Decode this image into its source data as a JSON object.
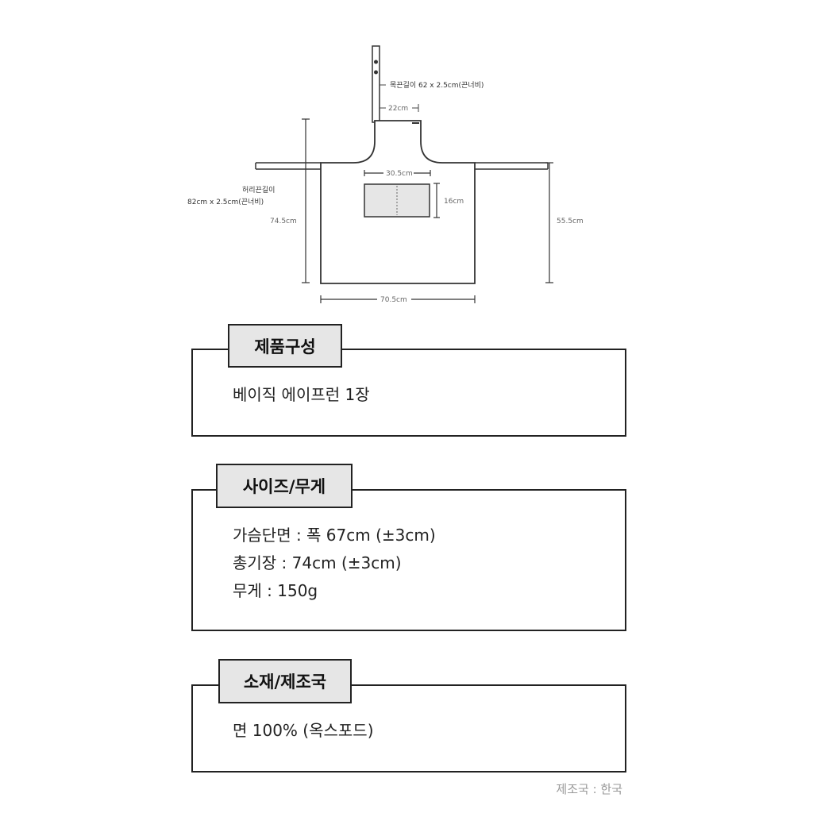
{
  "diagram": {
    "neck_strap": "목끈길이 62 x 2.5cm(끈너비)",
    "neck_width": "22cm",
    "waist_strap_title": "허리끈길이",
    "waist_strap_detail": "82cm x 2.5cm(끈너비)",
    "pocket_width": "30.5cm",
    "pocket_height": "16cm",
    "total_length": "74.5cm",
    "body_length": "55.5cm",
    "width": "70.5cm"
  },
  "sections": {
    "composition": {
      "title": "제품구성",
      "items": [
        "베이직 에이프런 1장"
      ]
    },
    "size_weight": {
      "title": "사이즈/무게",
      "items": [
        "가슴단면 : 폭 67cm (±3cm)",
        "총기장 : 74cm (±3cm)",
        "무게 : 150g"
      ]
    },
    "material_origin": {
      "title": "소재/제조국",
      "items": [
        "면 100% (옥스포드)"
      ]
    }
  },
  "footer": {
    "origin": "제조국 : 한국"
  }
}
